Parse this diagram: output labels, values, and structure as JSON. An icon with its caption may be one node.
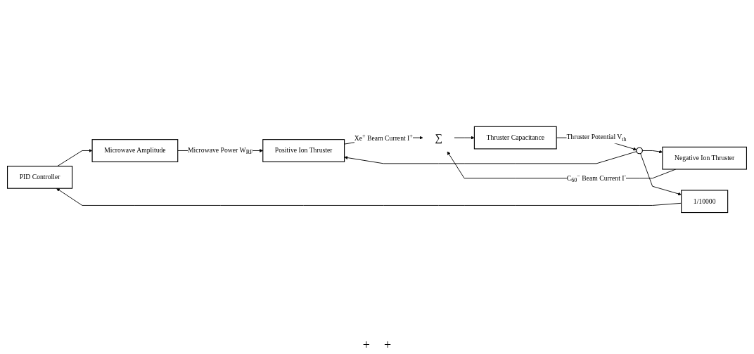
{
  "diagram": {
    "nodes": [
      {
        "text": [
          "PID Controller"
        ]
      },
      {
        "text": [
          "Microwave Amplitude"
        ]
      },
      {
        "text": [
          "Positive Ion Thruster"
        ]
      },
      {
        "text": [
          "Negative Ion Thruster"
        ]
      },
      {
        "text": [
          "∑"
        ]
      },
      {
        "text": [
          "Thruster Capacitance"
        ]
      },
      {
        "text": [],
        "shape": "circle"
      },
      {
        "text": [
          "1/10000"
        ]
      }
    ],
    "edges": [
      {
        "from": 7,
        "to": 0,
        "arrow": "to"
      },
      {
        "from": 0,
        "to": 1,
        "arrow": "to"
      },
      {
        "from": 1,
        "to": 2,
        "arrow": "to",
        "label": "Microwave Power W$_{RF}$"
      },
      {
        "from": 2,
        "to": 4,
        "arrow": "to",
        "label": "Xe$^{+}$ Beam Current I$^{+}$"
      },
      {
        "from": 3,
        "to": 4,
        "arrow": "to",
        "label": "C$_{60}$$^{−}$ Beam Current I$^{-}$"
      },
      {
        "from": 4,
        "to": 5,
        "arrow": "to"
      },
      {
        "from": 5,
        "to": 6,
        "arrow": "to",
        "label": "Thruster Potential V$_{th}$"
      },
      {
        "from": 6,
        "to": 3,
        "arrow": "to"
      },
      {
        "from": 6,
        "to": 2,
        "arrow": "to"
      },
      {
        "from": 6,
        "to": 7,
        "arrow": "to"
      }
    ],
    "labels": [
      "+",
      "+"
    ]
  }
}
